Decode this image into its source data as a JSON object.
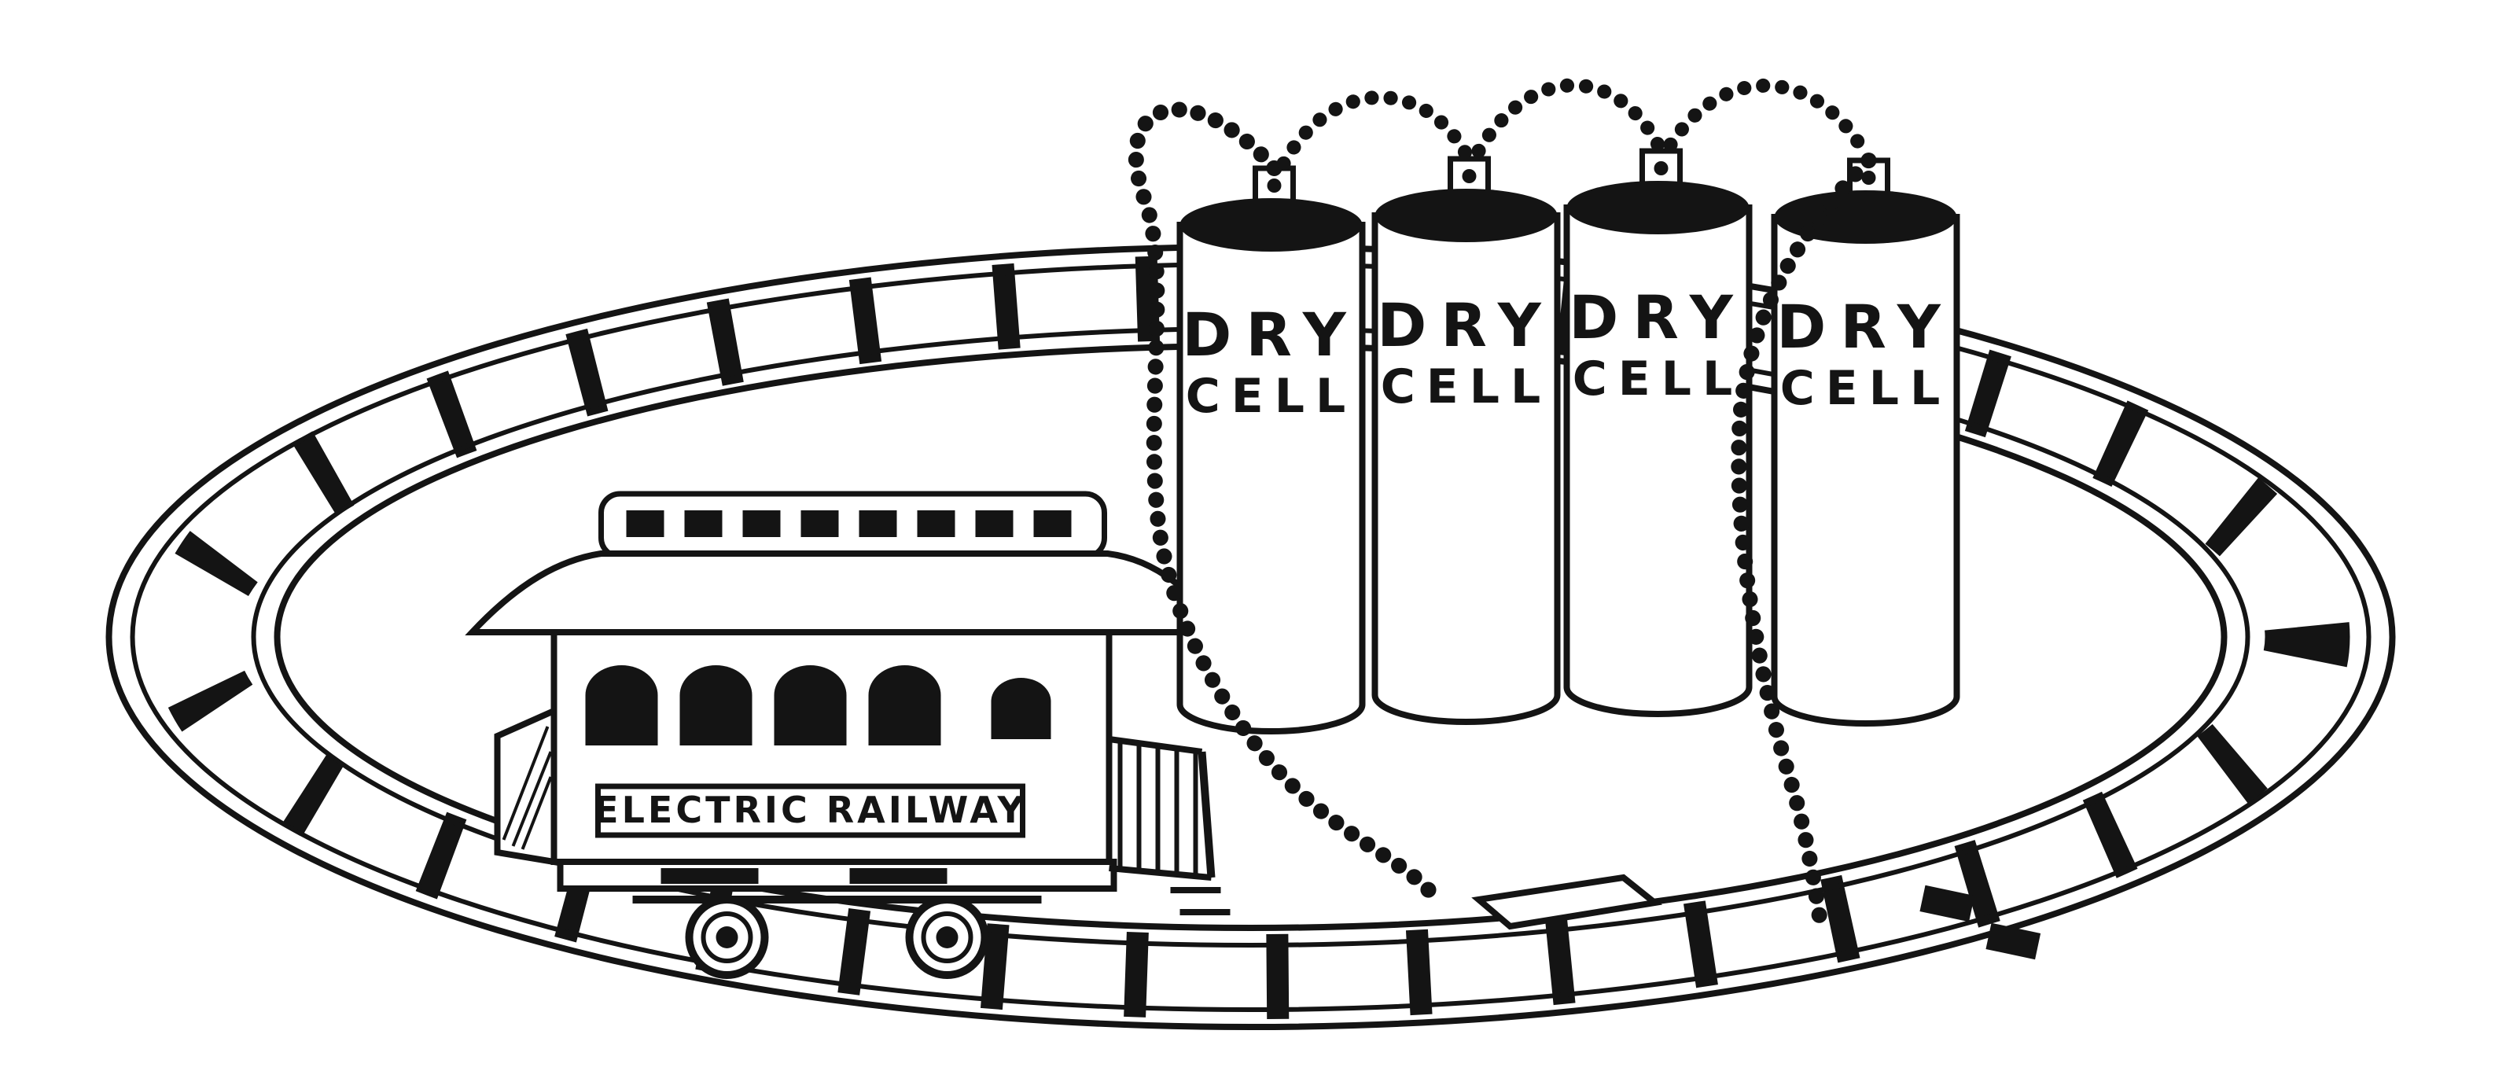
{
  "colors": {
    "ink": "#141414",
    "paper": "#ffffff"
  },
  "cells": [
    {
      "line1": "DRY",
      "line2": "CELL"
    },
    {
      "line1": "DRY",
      "line2": "CELL"
    },
    {
      "line1": "DRY",
      "line2": "CELL"
    },
    {
      "line1": "DRY",
      "line2": "CELL"
    }
  ],
  "trolley": {
    "sign": "ELECTRIC RAILWAY"
  }
}
